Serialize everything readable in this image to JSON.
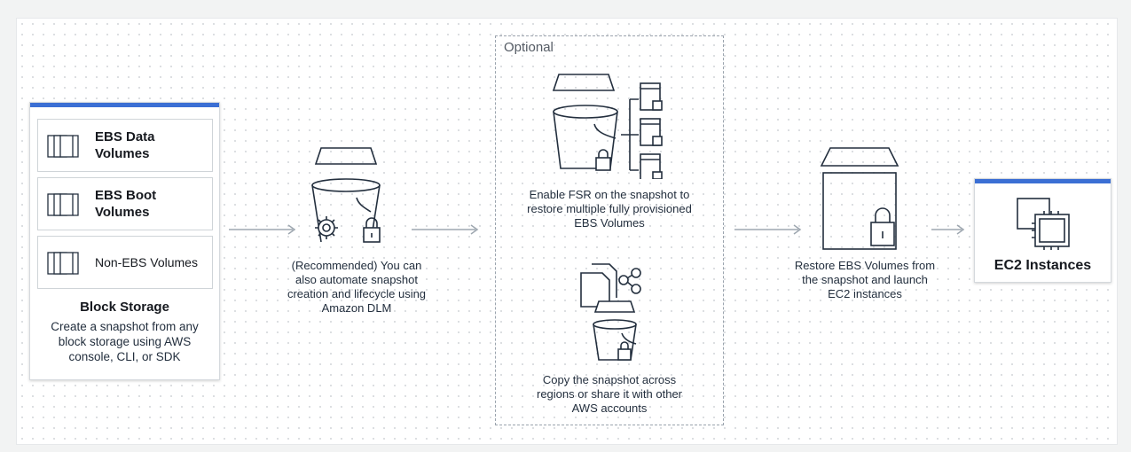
{
  "block_storage": {
    "volumes": [
      {
        "label": "EBS Data Volumes",
        "icon": "volume-stack-icon"
      },
      {
        "label": "EBS Boot Volumes",
        "icon": "volume-stack-icon"
      },
      {
        "label": "Non-EBS Volumes",
        "icon": "volume-stack-icon"
      }
    ],
    "title": "Block Storage",
    "description": "Create a snapshot from any block storage using AWS console, CLI, or SDK"
  },
  "dlm_step": {
    "icon": "bucket-gear-lock-icon",
    "text": "(Recommended) You can also automate snapshot creation and lifecycle using Amazon DLM"
  },
  "optional": {
    "label": "Optional",
    "fsr": {
      "icon": "bucket-multiple-volumes-lock-icon",
      "text": "Enable FSR on the snapshot to restore multiple fully provisioned EBS Volumes"
    },
    "copy": {
      "icon": "document-share-bucket-icon",
      "text": "Copy the snapshot across regions or share it with other AWS accounts"
    }
  },
  "restore_step": {
    "icon": "volume-lock-icon",
    "text": "Restore EBS Volumes from the snapshot and launch EC2 instances"
  },
  "ec2": {
    "label": "EC2 Instances",
    "icon": "chip-instances-icon"
  },
  "colors": {
    "accent_bar": "#3b6fd4",
    "icon_stroke": "#232f3e",
    "arrow": "#9ea7b0"
  }
}
